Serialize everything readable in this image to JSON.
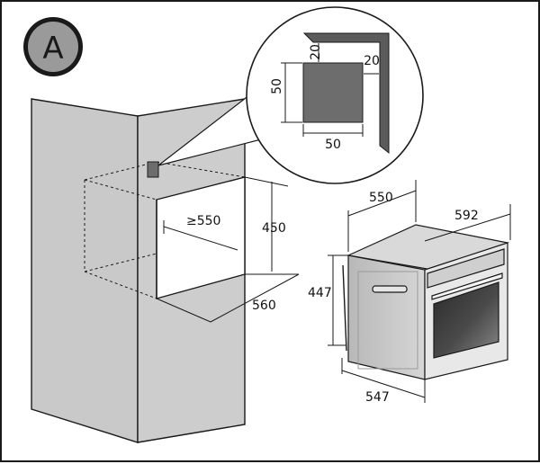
{
  "figure": {
    "badge": "A",
    "colors": {
      "line": "#1a1a1a",
      "panel": "#c9c9c9",
      "panel_dark": "#a9a9a9",
      "badge_fill": "#9a9a9a",
      "vent": "#6d6d6d",
      "oven_body": "#bdbdbd",
      "glass": "#3c3c3c"
    }
  },
  "cabinet": {
    "depth_min": "≥550",
    "opening_height": "450",
    "opening_width": "560"
  },
  "vent_detail": {
    "offset_top": "20",
    "offset_side": "20",
    "vent_height": "50",
    "vent_width": "50"
  },
  "oven": {
    "depth": "550",
    "width": "592",
    "height": "447",
    "body_width": "547"
  }
}
